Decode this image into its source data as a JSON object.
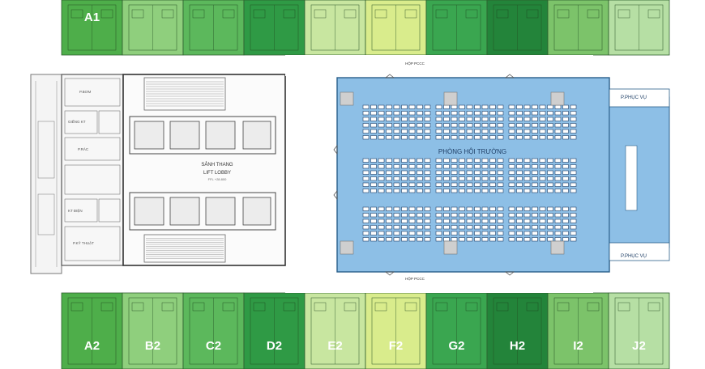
{
  "units_top": [
    {
      "label": "A1",
      "color": "#4eae4a"
    },
    {
      "label": "",
      "color": "#8fcf7d"
    },
    {
      "label": "",
      "color": "#5cb85c"
    },
    {
      "label": "",
      "color": "#2f9a45"
    },
    {
      "label": "",
      "color": "#c8e6a0"
    },
    {
      "label": "",
      "color": "#d9ec8c"
    },
    {
      "label": "",
      "color": "#3aa650"
    },
    {
      "label": "",
      "color": "#23843a"
    },
    {
      "label": "",
      "color": "#7cc36a"
    },
    {
      "label": "",
      "color": "#b6dfa4"
    }
  ],
  "units_bottom": [
    {
      "label": "A2",
      "color": "#4eae4a"
    },
    {
      "label": "B2",
      "color": "#8fcf7d"
    },
    {
      "label": "C2",
      "color": "#5cb85c"
    },
    {
      "label": "D2",
      "color": "#2f9a45"
    },
    {
      "label": "E2",
      "color": "#c8e6a0"
    },
    {
      "label": "F2",
      "color": "#d9ec8c"
    },
    {
      "label": "G2",
      "color": "#3aa650"
    },
    {
      "label": "H2",
      "color": "#23843a"
    },
    {
      "label": "I2",
      "color": "#7cc36a"
    },
    {
      "label": "J2",
      "color": "#b6dfa4"
    }
  ],
  "hall": {
    "title": "PHÒNG HỘI TRƯỜNG",
    "color": "#8dbfe6"
  },
  "lobby": {
    "line1": "SẢNH THANG",
    "line2": "LIFT LOBBY",
    "level": "FFL +28.800"
  },
  "service_rooms": {
    "top": "P.PHỤC VỤ",
    "bottom": "P.PHỤC VỤ"
  },
  "shafts": {
    "top": "HỘP PCCC",
    "bottom": "HỘP PCCC"
  },
  "core_labels": {
    "small_rooms": [
      "P.BƠM",
      "GIẾNG KT",
      "P.RÁC",
      "KT ĐIỆN",
      "P.KỸ THUẬT"
    ]
  }
}
